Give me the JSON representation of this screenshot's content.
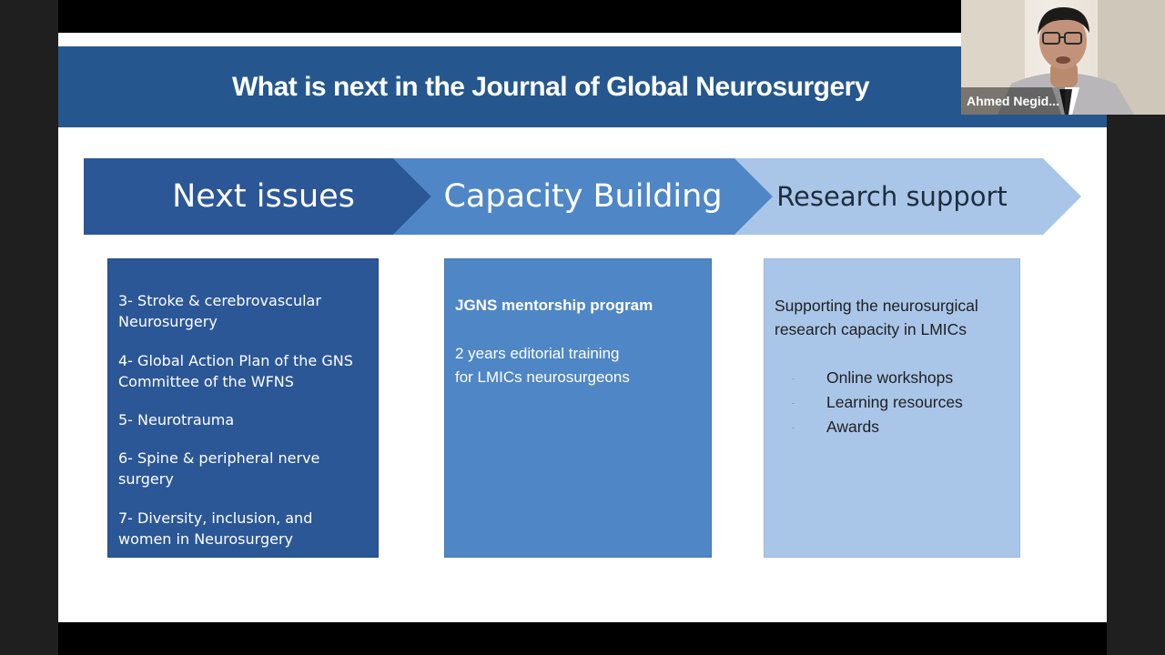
{
  "slide": {
    "title": "What is next in the Journal of Global Neurosurgery",
    "arrows": [
      {
        "label": "Next issues",
        "color": "#2b5797",
        "text_color": "#ffffff"
      },
      {
        "label": "Capacity Building",
        "color": "#4f86c6",
        "text_color": "#ffffff"
      },
      {
        "label": "Research support",
        "color": "#a9c6e9",
        "text_color": "#1f2d3d"
      }
    ],
    "next_issues": [
      "3- Stroke & cerebrovascular Neurosurgery",
      "4- Global Action Plan of the GNS Committee of the WFNS",
      "5- Neurotrauma",
      "6- Spine & peripheral nerve surgery",
      "7- Diversity, inclusion, and women in Neurosurgery"
    ],
    "capacity": {
      "heading": "JGNS mentorship program",
      "line1": "2 years editorial training",
      "line2": "for LMICs neurosurgeons"
    },
    "research": {
      "line1": "Supporting the neurosurgical",
      "line2": "research capacity in LMICs",
      "bullets": [
        "Online workshops",
        "Learning resources",
        "Awards"
      ]
    }
  },
  "participant": {
    "name": "Ahmed Negid..."
  },
  "colors": {
    "header": "#25578e",
    "box1": "#2b5797",
    "box2": "#4f86c6",
    "box3": "#a9c6e9"
  }
}
